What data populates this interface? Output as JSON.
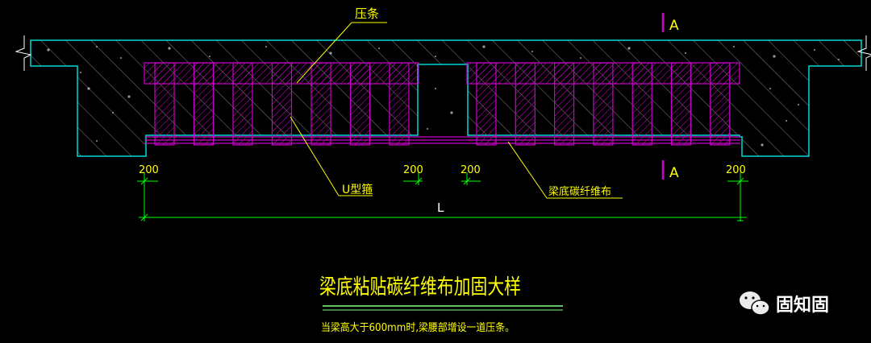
{
  "labels": {
    "pressing_strip": "压条",
    "u_hoop": "U型箍",
    "cfrp_sheet": "梁底碳纤维布",
    "section_top": "A",
    "section_bottom": "A",
    "dim_1": "200",
    "dim_2": "200",
    "dim_3": "200",
    "dim_4": "200",
    "length": "L"
  },
  "title": "梁底粘贴碳纤维布加固大样",
  "note": "当梁高大于600mm时,梁腰部增设一道压条。",
  "watermark": {
    "icon": "wechat-icon",
    "text": "固知固"
  },
  "colors": {
    "background": "#000000",
    "concrete_outline": "#00d8d8",
    "cfrp": "#cc00cc",
    "leader": "#ffff00",
    "dimension": "#00ff00",
    "white_text": "#ffffff"
  }
}
